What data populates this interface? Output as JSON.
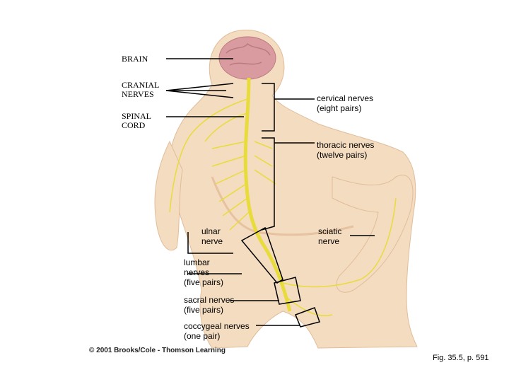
{
  "labels": {
    "brain": "BRAIN",
    "cranial_nerves": "CRANIAL\nNERVES",
    "spinal_cord": "SPINAL\nCORD",
    "cervical": "cervical nerves\n(eight pairs)",
    "thoracic": "thoracic nerves\n(twelve pairs)",
    "ulnar": "ulnar\nnerve",
    "sciatic": "sciatic\nnerve",
    "lumbar": "lumbar\nnerves\n(five pairs)",
    "sacral": "sacral nerves\n(five pairs)",
    "coccygeal": "coccygeal nerves\n(one pair)"
  },
  "copyright": "© 2001 Brooks/Cole - Thomson Learning",
  "figure_caption": "Fig. 35.5, p. 591",
  "colors": {
    "skin": "#f4dcc0",
    "skin_shadow": "#e6c2a0",
    "brain": "#d99aa0",
    "nerve": "#e8dc3c"
  }
}
